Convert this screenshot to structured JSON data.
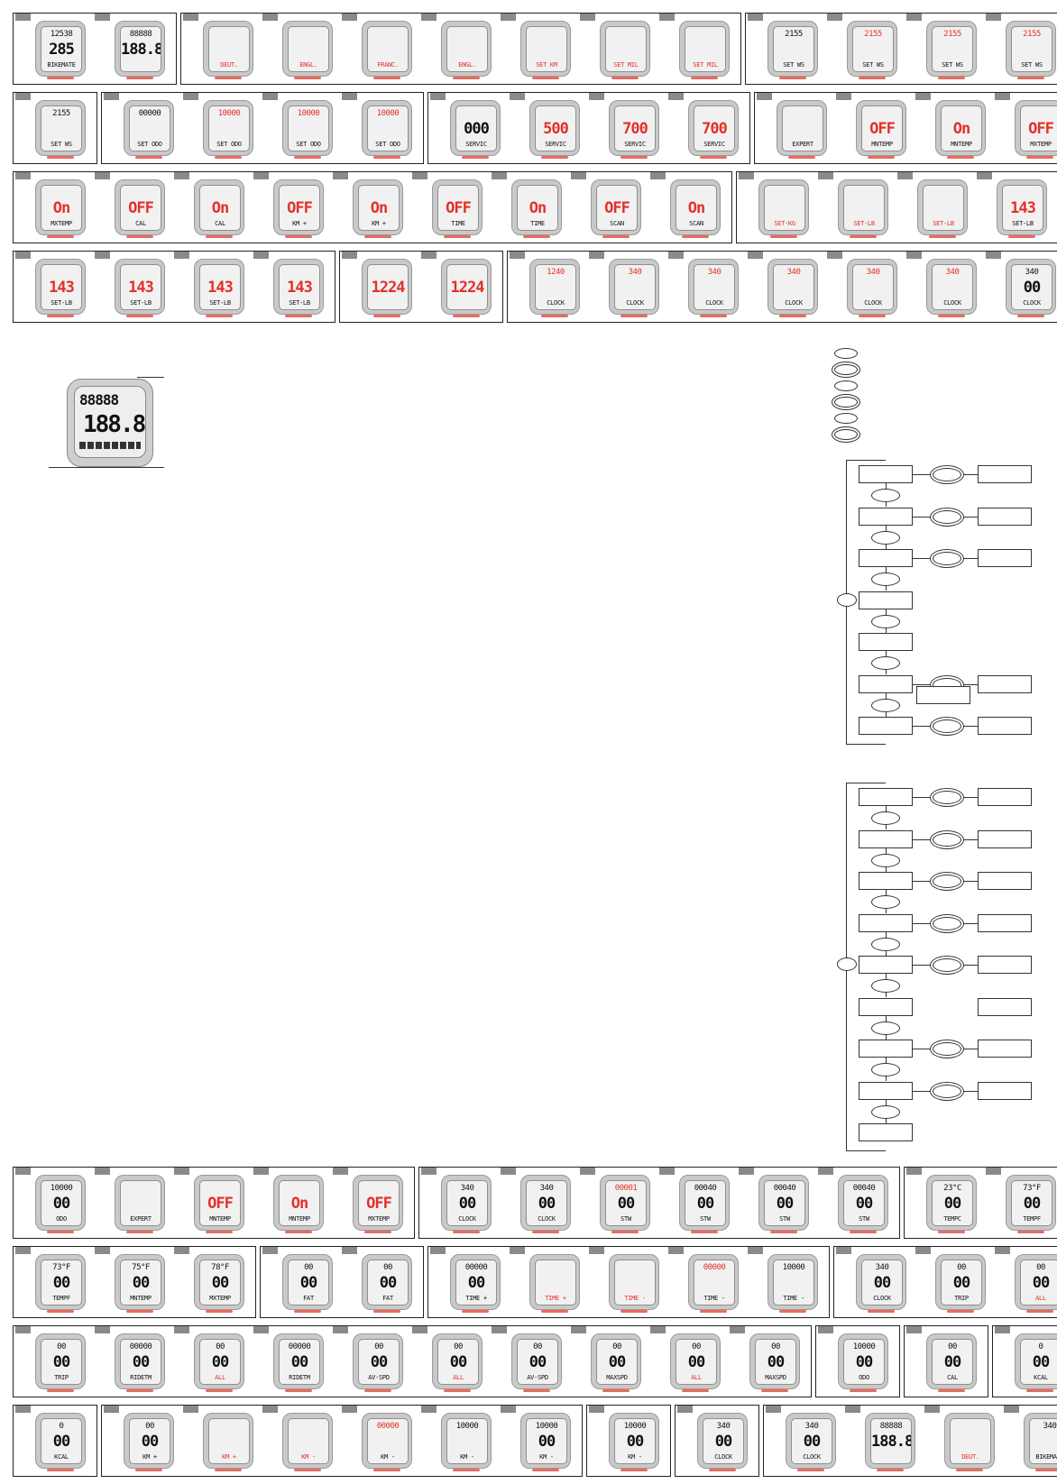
{
  "colors": {
    "accent": "#e2312a",
    "frame": "#222222",
    "bezel": "#c9c9c9"
  },
  "rows": [
    {
      "groups": [
        {
          "cells": [
            {
              "l1": "12538",
              "l2": "285",
              "l3": "BIKEMATE"
            },
            {
              "l1": "88888",
              "l2": "188.8",
              "l3": ""
            }
          ]
        },
        {
          "cells": [
            {
              "l3": "DEUT.",
              "r3": true
            },
            {
              "l3": "ENGL.",
              "r3": true
            },
            {
              "l3": "FRANC.",
              "r3": true
            },
            {
              "l3": "ENGL.",
              "r3": true
            },
            {
              "l3": "SET KM",
              "r3": true
            },
            {
              "l3": "SET MIL",
              "r3": true
            },
            {
              "l3": "SET MIL",
              "r3": true
            }
          ]
        },
        {
          "cells": [
            {
              "l1": "2155",
              "l3": "SET WS"
            },
            {
              "l1": "2155",
              "r1": true,
              "l3": "SET WS"
            },
            {
              "l1": "2155",
              "r1": true,
              "l3": "SET WS"
            },
            {
              "l1": "2155",
              "r1": true,
              "l3": "SET WS"
            }
          ]
        }
      ]
    },
    {
      "groups": [
        {
          "cells": [
            {
              "l1": "2155",
              "l3": "SET WS"
            }
          ]
        },
        {
          "cells": [
            {
              "l1": "00000",
              "l3": "SET ODO"
            },
            {
              "l1": "10000",
              "r1": true,
              "l3": "SET ODO"
            },
            {
              "l1": "10000",
              "r1": true,
              "l3": "SET ODO"
            },
            {
              "l1": "10000",
              "r1": true,
              "l3": "SET ODO"
            }
          ]
        },
        {
          "cells": [
            {
              "l2": "000",
              "l3": "SERVIC"
            },
            {
              "l2": "500",
              "r2": true,
              "l3": "SERVIC"
            },
            {
              "l2": "700",
              "r2": true,
              "l3": "SERVIC"
            },
            {
              "l2": "700",
              "r2": true,
              "l3": "SERVIC"
            }
          ]
        },
        {
          "cells": [
            {
              "l3": "EXPERT"
            },
            {
              "l2": "OFF",
              "r2": true,
              "l3": "MNTEMP"
            },
            {
              "l2": "On",
              "r2": true,
              "l3": "MNTEMP"
            },
            {
              "l2": "OFF",
              "r2": true,
              "l3": "MXTEMP"
            }
          ]
        }
      ]
    },
    {
      "groups": [
        {
          "cells": [
            {
              "l2": "On",
              "r2": true,
              "l3": "MXTEMP"
            },
            {
              "l2": "OFF",
              "r2": true,
              "l3": "CAL"
            },
            {
              "l2": "On",
              "r2": true,
              "l3": "CAL"
            },
            {
              "l2": "OFF",
              "r2": true,
              "l3": "KM +"
            },
            {
              "l2": "On",
              "r2": true,
              "l3": "KM +"
            },
            {
              "l2": "OFF",
              "r2": true,
              "l3": "TIME"
            },
            {
              "l2": "On",
              "r2": true,
              "l3": "TIME"
            },
            {
              "l2": "OFF",
              "r2": true,
              "l3": "SCAN"
            },
            {
              "l2": "On",
              "r2": true,
              "l3": "SCAN"
            }
          ]
        },
        {
          "cells": [
            {
              "l3": "SET-KG",
              "r3": true
            },
            {
              "l3": "SET-LB",
              "r3": true
            },
            {
              "l3": "SET-LB",
              "r3": true
            },
            {
              "l2": "143",
              "r2": true,
              "l3": "SET-LB"
            }
          ]
        }
      ]
    },
    {
      "groups": [
        {
          "cells": [
            {
              "l2": "143",
              "r2": true,
              "l3": "SET-LB"
            },
            {
              "l2": "143",
              "r2": true,
              "l3": "SET-LB"
            },
            {
              "l2": "143",
              "r2": true,
              "l3": "SET-LB"
            },
            {
              "l2": "143",
              "r2": true,
              "l3": "SET-LB"
            }
          ]
        },
        {
          "cells": [
            {
              "l2": "1224",
              "r2": true
            },
            {
              "l2": "1224",
              "r2": true
            }
          ]
        },
        {
          "cells": [
            {
              "l1": "1240",
              "r1": true,
              "l3": "CLOCK"
            },
            {
              "l1": "340",
              "r1": true,
              "l3": "CLOCK"
            },
            {
              "l1": "340",
              "r1": true,
              "l3": "CLOCK"
            },
            {
              "l1": "340",
              "r1": true,
              "l3": "CLOCK"
            },
            {
              "l1": "340",
              "r1": true,
              "l3": "CLOCK"
            },
            {
              "l1": "340",
              "r1": true,
              "l3": "CLOCK"
            },
            {
              "l1": "340",
              "l2": "00",
              "l3": "CLOCK"
            }
          ]
        }
      ]
    },
    {
      "groups": [
        {
          "cells": [
            {
              "l1": "10000",
              "l2": "00",
              "l3": "ODO"
            },
            {
              "l3": "EXPERT"
            },
            {
              "l2": "OFF",
              "r2": true,
              "l3": "MNTEMP"
            },
            {
              "l2": "On",
              "r2": true,
              "l3": "MNTEMP"
            },
            {
              "l2": "OFF",
              "r2": true,
              "l3": "MXTEMP"
            }
          ]
        },
        {
          "cells": [
            {
              "l1": "340",
              "l2": "00",
              "l3": "CLOCK"
            },
            {
              "l1": "340",
              "l2": "00",
              "l3": "CLOCK"
            },
            {
              "l1": "00001",
              "r1": true,
              "l2": "00",
              "l3": "STW"
            },
            {
              "l1": "00040",
              "l2": "00",
              "l3": "STW"
            },
            {
              "l1": "00040",
              "l2": "00",
              "l3": "STW"
            },
            {
              "l1": "00040",
              "l2": "00",
              "l3": "STW"
            }
          ]
        },
        {
          "cells": [
            {
              "l1": "23°C",
              "l2": "00",
              "l3": "TEMPC"
            },
            {
              "l1": "73°F",
              "l2": "00",
              "l3": "TEMPF"
            }
          ]
        }
      ]
    },
    {
      "groups": [
        {
          "cells": [
            {
              "l1": "73°F",
              "l2": "00",
              "l3": "TEMPF"
            },
            {
              "l1": "75°F",
              "l2": "00",
              "l3": "MNTEMP"
            },
            {
              "l1": "78°F",
              "l2": "00",
              "l3": "MXTEMP"
            }
          ]
        },
        {
          "cells": [
            {
              "l1": "00",
              "l2": "00",
              "l3": "FAT"
            },
            {
              "l1": "00",
              "l2": "00",
              "l3": "FAT"
            }
          ]
        },
        {
          "cells": [
            {
              "l1": "00000",
              "l2": "00",
              "l3": "TIME +"
            },
            {
              "l3": "TIME +",
              "r3": true
            },
            {
              "l3": "TIME -",
              "r3": true
            },
            {
              "l1": "00000",
              "r1": true,
              "l3": "TIME -"
            },
            {
              "l1": "10000",
              "l3": "TIME -"
            }
          ]
        },
        {
          "cells": [
            {
              "l1": "340",
              "l2": "00",
              "l3": "CLOCK"
            },
            {
              "l1": "00",
              "l2": "00",
              "l3": "TRIP"
            },
            {
              "l1": "00",
              "l2": "00",
              "l3": "ALL",
              "r3": true
            }
          ]
        }
      ]
    },
    {
      "groups": [
        {
          "cells": [
            {
              "l1": "00",
              "l2": "00",
              "l3": "TRIP"
            },
            {
              "l1": "00000",
              "l2": "00",
              "l3": "RIDETM"
            },
            {
              "l1": "00",
              "l2": "00",
              "l3": "ALL",
              "r3": true
            },
            {
              "l1": "00000",
              "l2": "00",
              "l3": "RIDETM"
            },
            {
              "l1": "00",
              "l2": "00",
              "l3": "AV-SPD"
            },
            {
              "l1": "00",
              "l2": "00",
              "l3": "ALL",
              "r3": true
            },
            {
              "l1": "00",
              "l2": "00",
              "l3": "AV-SPD"
            },
            {
              "l1": "00",
              "l2": "00",
              "l3": "MAXSPD"
            },
            {
              "l1": "00",
              "l2": "00",
              "l3": "ALL",
              "r3": true
            },
            {
              "l1": "00",
              "l2": "00",
              "l3": "MAXSPD"
            }
          ]
        },
        {
          "cells": [
            {
              "l1": "10000",
              "l2": "00",
              "l3": "ODO"
            }
          ]
        },
        {
          "cells": [
            {
              "l1": "00",
              "l2": "00",
              "l3": "CAL"
            }
          ]
        },
        {
          "cells": [
            {
              "l1": "0",
              "l2": "00",
              "l3": "KCAL"
            }
          ]
        }
      ]
    },
    {
      "groups": [
        {
          "cells": [
            {
              "l1": "0",
              "l2": "00",
              "l3": "KCAL"
            }
          ]
        },
        {
          "cells": [
            {
              "l1": "00",
              "l2": "00",
              "l3": "KM +"
            },
            {
              "l3": "KM +",
              "r3": true
            },
            {
              "l3": "KM -",
              "r3": true
            },
            {
              "l1": "00000",
              "r1": true,
              "l3": "KM -"
            },
            {
              "l1": "10000",
              "l3": "KM -"
            },
            {
              "l1": "10000",
              "l2": "00",
              "l3": "KM -"
            }
          ]
        },
        {
          "cells": [
            {
              "l1": "10000",
              "l2": "00",
              "l3": "KM -"
            }
          ]
        },
        {
          "cells": [
            {
              "l1": "340",
              "l2": "00",
              "l3": "CLOCK"
            }
          ]
        },
        {
          "cells": [
            {
              "l1": "340",
              "l2": "00",
              "l3": "CLOCK"
            },
            {
              "l1": "88888",
              "l2": "188.8",
              "l3": ""
            },
            {
              "l3": "DEUT.",
              "r3": true
            },
            {
              "l1": "340",
              "l3": "BIKEMATE"
            }
          ]
        }
      ]
    }
  ],
  "device": {
    "line1": "88888",
    "line2": "188.8"
  }
}
